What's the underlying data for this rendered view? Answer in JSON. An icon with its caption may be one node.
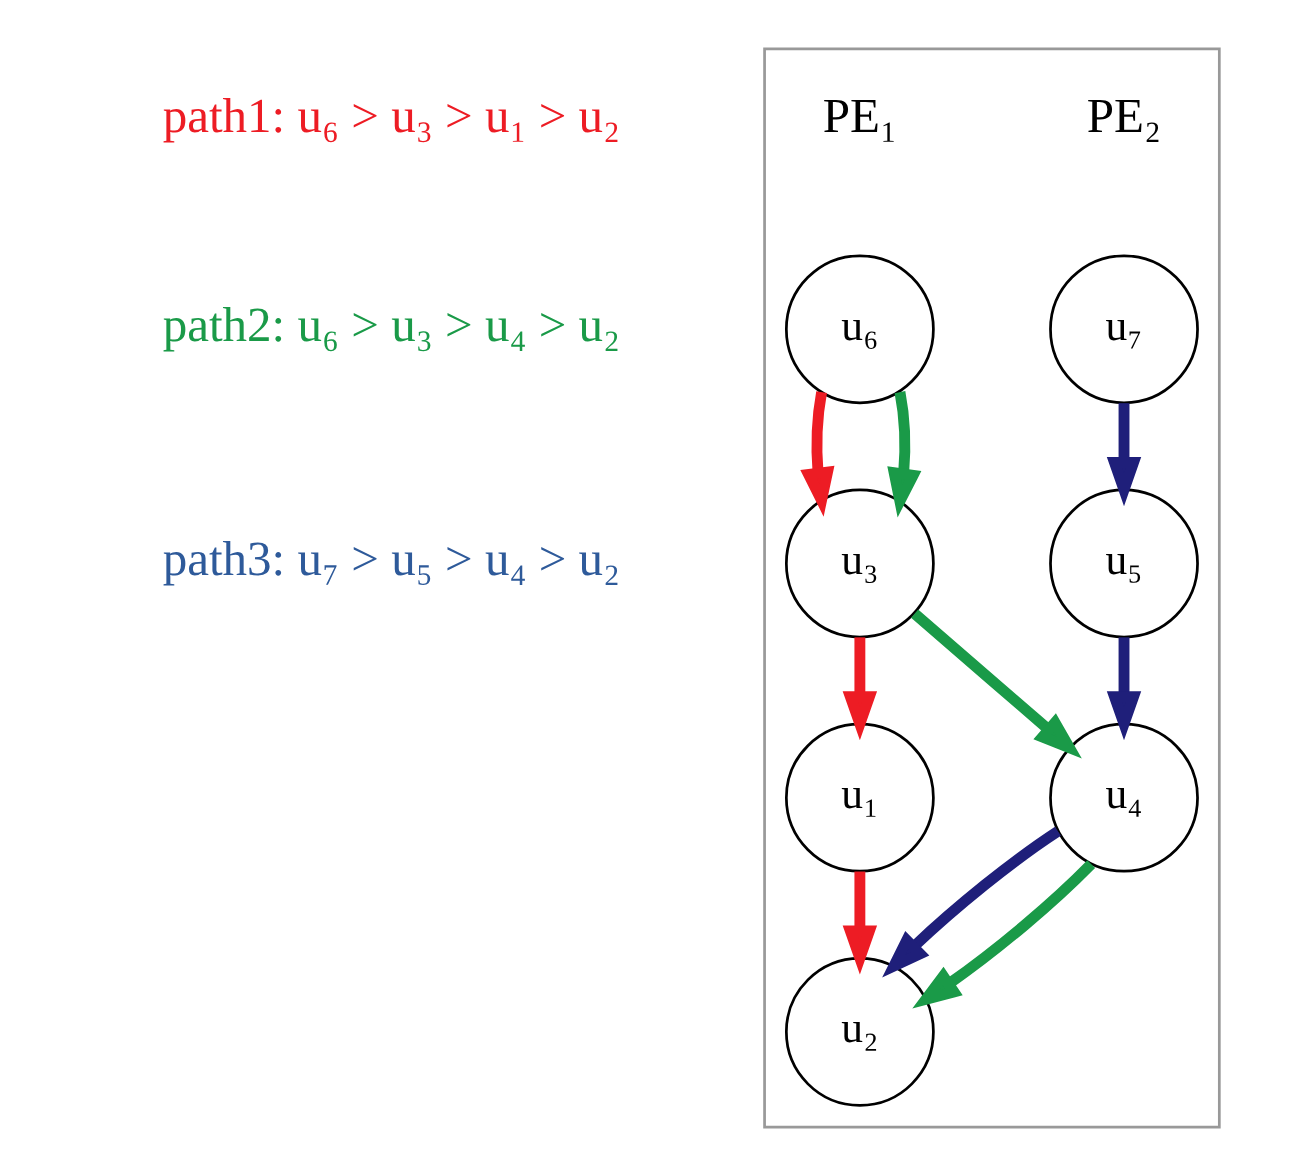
{
  "diagram": {
    "nodes": [
      {
        "text": [],
        "shape": "box"
      },
      {
        "text": [
          "u₆"
        ],
        "in": 0
      },
      {
        "text": [
          "u₇"
        ],
        "in": 0
      },
      {
        "text": [
          "u₃"
        ],
        "in": 0
      },
      {
        "text": [
          "u₅"
        ],
        "in": 0
      },
      {
        "text": [
          "u₁"
        ],
        "in": 0
      },
      {
        "text": [
          "u₄"
        ],
        "in": 0
      },
      {
        "text": [
          "u₂"
        ],
        "in": 0
      }
    ],
    "edges": [
      {
        "from": 1,
        "to": 3,
        "arrow": "to",
        "color": "#ed1c24"
      },
      {
        "from": 1,
        "to": 3,
        "arrow": "to",
        "color": "#1a9a48"
      },
      {
        "from": 2,
        "to": 4,
        "arrow": "to",
        "color": "#1f1f7a"
      },
      {
        "from": 3,
        "to": 5,
        "arrow": "to",
        "color": "#ed1c24"
      },
      {
        "from": 3,
        "to": 6,
        "arrow": "to",
        "color": "#1a9a48"
      },
      {
        "from": 4,
        "to": 6,
        "arrow": "to",
        "color": "#1f1f7a"
      },
      {
        "from": 5,
        "to": 7,
        "arrow": "to",
        "color": "#ed1c24"
      },
      {
        "from": 6,
        "to": 7,
        "arrow": "to",
        "color": "#1f1f7a"
      },
      {
        "from": 6,
        "to": 7,
        "arrow": "to",
        "color": "#1a9a48"
      }
    ],
    "labels": [
      "path1: u₆ > u₃ > u₁ > u₂",
      "PE₁",
      "PE₂",
      "path2: u₆ > u₃ > u₄ > u₂",
      "path3: u₇ > u₅ > u₄ > u₂"
    ]
  }
}
